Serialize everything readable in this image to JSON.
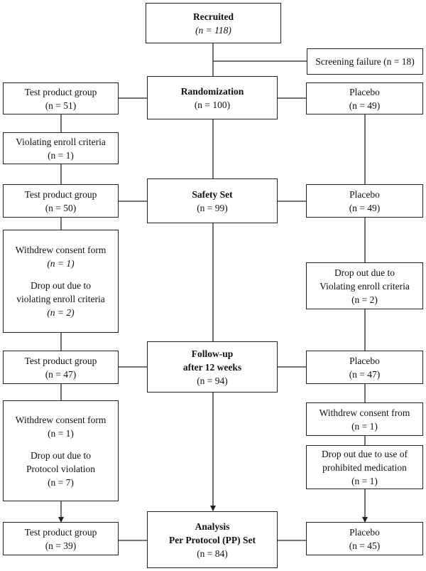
{
  "recruited": {
    "title": "Recruited",
    "n": "(n = 118)"
  },
  "screening_failure": {
    "text": "Screening failure (n = 18)"
  },
  "randomization": {
    "title": "Randomization",
    "n": "(n = 100)"
  },
  "test_group_1": {
    "title": "Test product group",
    "n": "(n = 51)"
  },
  "placebo_1": {
    "title": "Placebo",
    "n": "(n = 49)"
  },
  "violating_enroll": {
    "title": "Violating enroll criteria",
    "n": "(n = 1)"
  },
  "safety_set": {
    "title": "Safety Set",
    "n": "(n = 99)"
  },
  "test_group_2": {
    "title": "Test product group",
    "n": "(n = 50)"
  },
  "placebo_2": {
    "title": "Placebo",
    "n": "(n = 49)"
  },
  "withdrew_1": {
    "line1": "Withdrew consent form",
    "line2": "(n = 1)",
    "line3": "Drop out due to",
    "line4": "violating enroll criteria",
    "line5": "(n = 2)"
  },
  "placebo_dropout_1": {
    "line1": "Drop out due to",
    "line2": "Violating enroll criteria",
    "line3": "(n = 2)"
  },
  "followup": {
    "line1": "Follow-up",
    "line2": "after 12 weeks",
    "n": "(n = 94)"
  },
  "test_group_3": {
    "title": "Test product group",
    "n": "(n = 47)"
  },
  "placebo_3": {
    "title": "Placebo",
    "n": "(n = 47)"
  },
  "withdrew_2": {
    "line1": "Withdrew consent form",
    "line2": "(n = 1)",
    "line3": "Drop out due to",
    "line4": "Protocol violation",
    "line5": "(n = 7)"
  },
  "placebo_withdrew": {
    "line1": "Withdrew consent from",
    "line2": "(n = 1)"
  },
  "placebo_dropout_2": {
    "line1": "Drop out due to use of",
    "line2": "prohibited medication",
    "line3": "(n = 1)"
  },
  "analysis": {
    "line1": "Analysis",
    "line2": "Per Protocol (PP) Set",
    "n": "(n = 84)"
  },
  "test_group_4": {
    "title": "Test product group",
    "n": "(n = 39)"
  },
  "placebo_4": {
    "title": "Placebo",
    "n": "(n = 45)"
  }
}
